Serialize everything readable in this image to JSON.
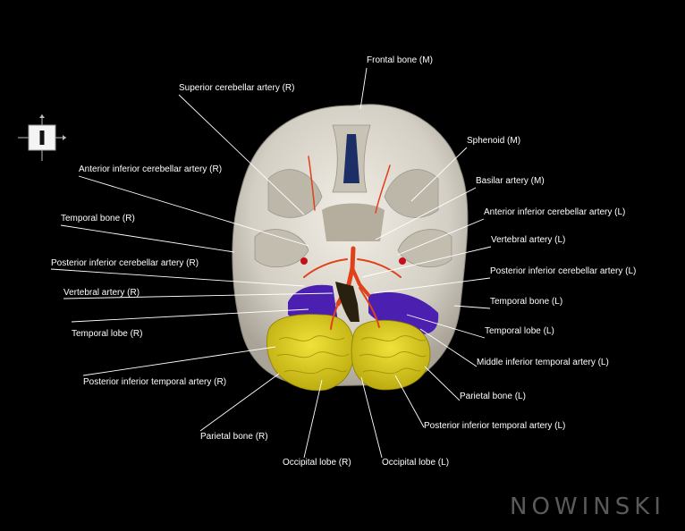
{
  "figure": {
    "labels": {
      "frontal_bone_m": "Frontal bone (M)",
      "superior_cerebellar_r": "Superior cerebellar artery (R)",
      "sphenoid_m": "Sphenoid (M)",
      "aica_r": "Anterior inferior cerebellar artery (R)",
      "basilar_m": "Basilar artery (M)",
      "aica_l": "Anterior inferior cerebellar artery (L)",
      "temporal_bone_r": "Temporal bone (R)",
      "vertebral_l": "Vertebral artery (L)",
      "pica_r": "Posterior inferior cerebellar artery (R)",
      "pica_l": "Posterior inferior cerebellar artery (L)",
      "vertebral_r": "Vertebral artery (R)",
      "temporal_bone_l": "Temporal bone (L)",
      "temporal_lobe_r": "Temporal lobe (R)",
      "temporal_lobe_l": "Temporal lobe (L)",
      "middle_inf_temporal_l": "Middle inferior temporal artery (L)",
      "post_inf_temporal_r": "Posterior inferior temporal artery (R)",
      "parietal_bone_l": "Parietal bone (L)",
      "parietal_bone_r": "Parietal bone (R)",
      "post_inf_temporal_l": "Posterior inferior temporal artery (L)",
      "occipital_lobe_r": "Occipital lobe (R)",
      "occipital_lobe_l": "Occipital lobe (L)"
    },
    "logo_text": "NOWINSKI",
    "orientation_icon": "orientation-cross-icon",
    "colors": {
      "background": "#000000",
      "bone": "#d9d5cc",
      "occipital_lobe": "#e3d21c",
      "temporal_lobe": "#4b1fb0",
      "artery": "#e0401a",
      "leader_line": "#ffffff"
    }
  }
}
